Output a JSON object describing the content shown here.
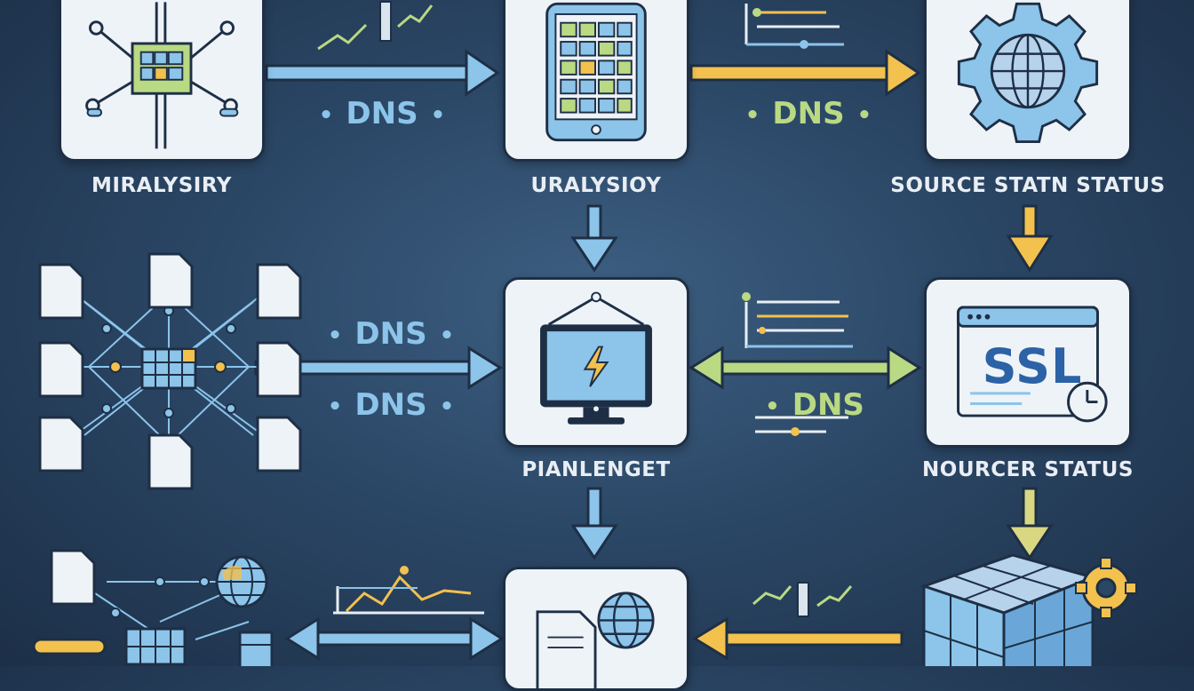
{
  "nodes": {
    "n1": {
      "label": "MIRALYSIRY"
    },
    "n2": {
      "label": "URALYSIOY"
    },
    "n3": {
      "label": "SOURCE STATN STATUS"
    },
    "n5": {
      "label": "PIANLENGET"
    },
    "n6": {
      "label": "NOURCER STATUS",
      "badge": "SSL"
    }
  },
  "edge_labels": {
    "e1": "DNS",
    "e2": "DNS",
    "e3": "DNS",
    "e4": "DNS",
    "e5": "DNS"
  },
  "colors": {
    "background": "#2b4766",
    "card": "#eef3f8",
    "arrow_blue": "#8cc4ea",
    "arrow_yellow": "#f2c14e",
    "arrow_green": "#b9d983",
    "outline": "#1e2f45"
  }
}
